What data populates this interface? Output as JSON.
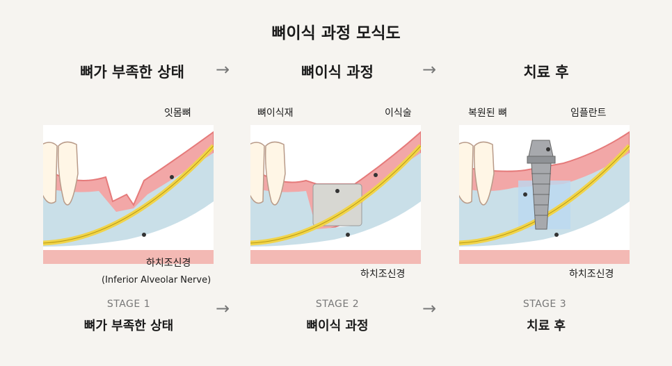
{
  "title": "뼈이식 과정 모식도",
  "headings": [
    "뼈가 부족한 상태",
    "뼈이식 과정",
    "치료 후"
  ],
  "arrow": "→",
  "panel1": {
    "label_top": "잇몸뼈",
    "label_bottom": "하치조신경",
    "label_bottom_en": "(Inferior Alveolar Nerve)"
  },
  "panel2": {
    "label_graft": "뼈이식재",
    "label_surgery": "이식술",
    "label_bottom": "하치조신경"
  },
  "panel3": {
    "label_bone": "복원된 뼈",
    "label_implant": "임플란트",
    "label_bottom": "하치조신경"
  },
  "stages": [
    {
      "label": "STAGE 1",
      "title": "뼈가 부족한 상태"
    },
    {
      "label": "STAGE 2",
      "title": "뼈이식 과정"
    },
    {
      "label": "STAGE 3",
      "title": "치료 후"
    }
  ],
  "colors": {
    "gum": "#f2a7a7",
    "gum_edge": "#e57a7a",
    "bone": "#c9dfe8",
    "nerve": "#f1d44a",
    "graft": "#d7d7d2",
    "implant": "#a7a9ad",
    "restored_bone": "#bcd8f0"
  }
}
